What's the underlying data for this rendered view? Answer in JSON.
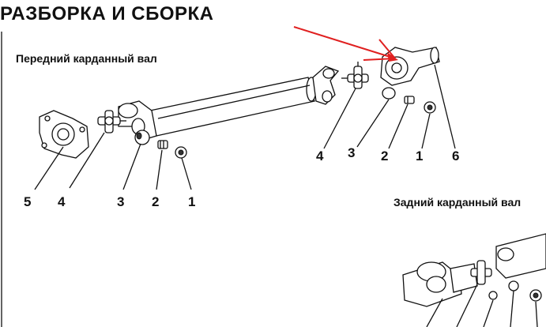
{
  "title": "РАЗБОРКА И СБОРКА",
  "front_shaft": {
    "heading": "Передний карданный вал",
    "callouts": [
      "5",
      "4",
      "3",
      "2",
      "1"
    ]
  },
  "front_shaft_rear_end": {
    "callouts": [
      "4",
      "3",
      "2",
      "1",
      "6"
    ]
  },
  "rear_shaft": {
    "heading": "Задний карданный вал"
  },
  "colors": {
    "ink": "#111111",
    "arrow": "#e02020",
    "background": "#ffffff"
  }
}
